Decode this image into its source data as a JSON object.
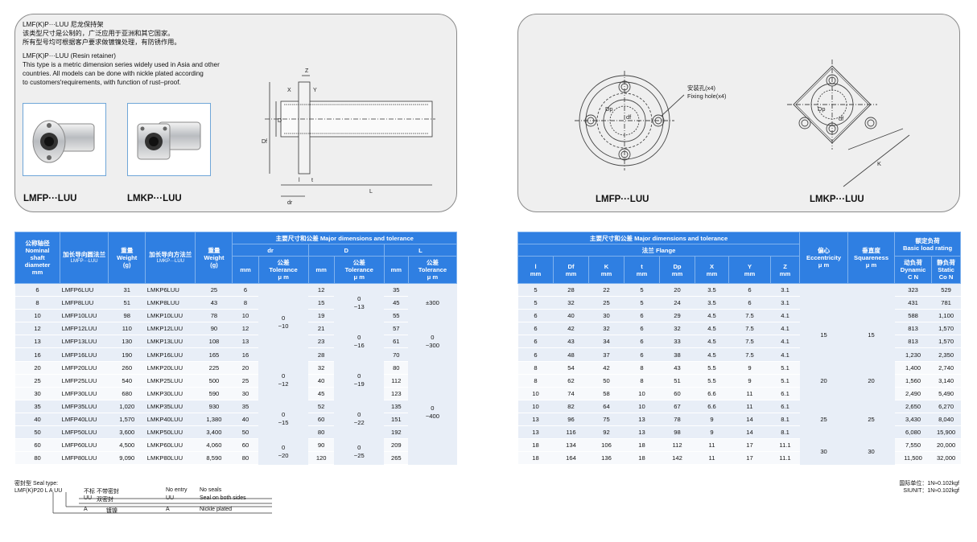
{
  "left_panel": {
    "cn_title": "LMF(K)P···LUU 尼龙保持架",
    "cn_line1": "该类型尺寸是公制的，广泛应用于亚洲和其它国家。",
    "cn_line2": "所有型号均可根据客户要求做镀镍处理，有防锈作用。",
    "en_title": "LMF(K)P···LUU (Resin retainer)",
    "en_line1": "This type is a metric dimension series widely used in Asia and other",
    "en_line2": "countries. All models can be done with nickle plated according",
    "en_line3": "to customers'requirements, with function of rust–proof.",
    "label_fp": "LMFP···LUU",
    "label_kp": "LMKP···LUU",
    "dims": {
      "z": "Z",
      "x": "X",
      "y": "Y",
      "df": "Df",
      "d": "D",
      "dr": "dr",
      "l_small": "l",
      "t": "t",
      "L": "L"
    }
  },
  "right_panel": {
    "fix_cn": "安装孔(x4)",
    "fix_en": "Fixing hole(x4)",
    "label_fp": "LMFP···LUU",
    "label_kp": "LMKP···LUU",
    "dp": "Dp",
    "df": "df",
    "k": "K"
  },
  "left_table": {
    "h_shaft": [
      "公称轴径",
      "Nominal",
      "shaft",
      "diameter",
      "mm"
    ],
    "h_fp": "加长导向圆法兰",
    "h_fp_sub": "LMFP···LUU",
    "h_weight": [
      "重量",
      "Weight",
      "(g)"
    ],
    "h_kp": "加长导向方法兰",
    "h_kp_sub": "LMKP···LUU",
    "h_major": "主要尺寸和公差  Major dimensions and tolerance",
    "h_dr": "dr",
    "h_D": "D",
    "h_L": "L",
    "h_mm": "mm",
    "h_tol": [
      "公差",
      "Tolerance",
      "μ m"
    ],
    "rows": [
      {
        "s": "6",
        "fp": "LMFP6LUU",
        "w1": "31",
        "kp": "LMKP6LUU",
        "w2": "25",
        "dr": "6",
        "D": "12",
        "L": "35"
      },
      {
        "s": "8",
        "fp": "LMFP8LUU",
        "w1": "51",
        "kp": "LMKP8LUU",
        "w2": "43",
        "dr": "8",
        "D": "15",
        "L": "45"
      },
      {
        "s": "10",
        "fp": "LMFP10LUU",
        "w1": "98",
        "kp": "LMKP10LUU",
        "w2": "78",
        "dr": "10",
        "D": "19",
        "L": "55"
      },
      {
        "s": "12",
        "fp": "LMFP12LUU",
        "w1": "110",
        "kp": "LMKP12LUU",
        "w2": "90",
        "dr": "12",
        "D": "21",
        "L": "57"
      },
      {
        "s": "13",
        "fp": "LMFP13LUU",
        "w1": "130",
        "kp": "LMKP13LUU",
        "w2": "108",
        "dr": "13",
        "D": "23",
        "L": "61"
      },
      {
        "s": "16",
        "fp": "LMFP16LUU",
        "w1": "190",
        "kp": "LMKP16LUU",
        "w2": "165",
        "dr": "16",
        "D": "28",
        "L": "70"
      },
      {
        "s": "20",
        "fp": "LMFP20LUU",
        "w1": "260",
        "kp": "LMKP20LUU",
        "w2": "225",
        "dr": "20",
        "D": "32",
        "L": "80"
      },
      {
        "s": "25",
        "fp": "LMFP25LUU",
        "w1": "540",
        "kp": "LMKP25LUU",
        "w2": "500",
        "dr": "25",
        "D": "40",
        "L": "112"
      },
      {
        "s": "30",
        "fp": "LMFP30LUU",
        "w1": "680",
        "kp": "LMKP30LUU",
        "w2": "590",
        "dr": "30",
        "D": "45",
        "L": "123"
      },
      {
        "s": "35",
        "fp": "LMFP35LUU",
        "w1": "1,020",
        "kp": "LMKP35LUU",
        "w2": "930",
        "dr": "35",
        "D": "52",
        "L": "135"
      },
      {
        "s": "40",
        "fp": "LMFP40LUU",
        "w1": "1,570",
        "kp": "LMKP40LUU",
        "w2": "1,380",
        "dr": "40",
        "D": "60",
        "L": "151"
      },
      {
        "s": "50",
        "fp": "LMFP50LUU",
        "w1": "3,600",
        "kp": "LMKP50LUU",
        "w2": "3,400",
        "dr": "50",
        "D": "80",
        "L": "192"
      },
      {
        "s": "60",
        "fp": "LMFP60LUU",
        "w1": "4,500",
        "kp": "LMKP60LUU",
        "w2": "4,060",
        "dr": "60",
        "D": "90",
        "L": "209"
      },
      {
        "s": "80",
        "fp": "LMFP80LUU",
        "w1": "9,090",
        "kp": "LMKP80LUU",
        "w2": "8,590",
        "dr": "80",
        "D": "120",
        "L": "265"
      }
    ],
    "tol_dr": [
      {
        "rows": [
          0,
          5
        ],
        "top": "0",
        "bot": "−10"
      },
      {
        "rows": [
          6,
          8
        ],
        "top": "0",
        "bot": "−12"
      },
      {
        "rows": [
          9,
          11
        ],
        "top": "0",
        "bot": "−15"
      },
      {
        "rows": [
          12,
          13
        ],
        "top": "0",
        "bot": "−20"
      }
    ],
    "tol_D": [
      {
        "rows": [
          0,
          2
        ],
        "top": "0",
        "bot": "−13"
      },
      {
        "rows": [
          3,
          5
        ],
        "top": "0",
        "bot": "−16"
      },
      {
        "rows": [
          6,
          8
        ],
        "top": "0",
        "bot": "−19"
      },
      {
        "rows": [
          9,
          11
        ],
        "top": "0",
        "bot": "−22"
      },
      {
        "rows": [
          12,
          13
        ],
        "top": "0",
        "bot": "−25"
      }
    ],
    "tol_L": [
      {
        "rows": [
          0,
          2
        ],
        "top": "±300",
        "bot": ""
      },
      {
        "rows": [
          3,
          5
        ],
        "top": "0",
        "bot": "−300"
      },
      {
        "rows": [
          6,
          13
        ],
        "top": "0",
        "bot": "−400"
      }
    ]
  },
  "right_table": {
    "h_major": "主要尺寸和公差  Major dimensions and tolerance",
    "h_flange": "法兰  Flange",
    "h_ecc": [
      "偏心",
      "Eccentricity",
      "μ m"
    ],
    "h_sq": [
      "垂直度",
      "Squareness",
      "μ m"
    ],
    "h_load": [
      "额定负荷",
      "Basic load rating"
    ],
    "h_cols": [
      "l",
      "Df",
      "K",
      "t",
      "Dp",
      "X",
      "Y",
      "Z"
    ],
    "h_mm": "mm",
    "h_dyn": [
      "动负荷",
      "Dynamic",
      "C N"
    ],
    "h_sta": [
      "静负荷",
      "Static",
      "Co N"
    ],
    "rows": [
      {
        "l": "5",
        "Df": "28",
        "K": "22",
        "t": "5",
        "Dp": "20",
        "X": "3.5",
        "Y": "6",
        "Z": "3.1",
        "C": "323",
        "Co": "529"
      },
      {
        "l": "5",
        "Df": "32",
        "K": "25",
        "t": "5",
        "Dp": "24",
        "X": "3.5",
        "Y": "6",
        "Z": "3.1",
        "C": "431",
        "Co": "781"
      },
      {
        "l": "6",
        "Df": "40",
        "K": "30",
        "t": "6",
        "Dp": "29",
        "X": "4.5",
        "Y": "7.5",
        "Z": "4.1",
        "C": "588",
        "Co": "1,100"
      },
      {
        "l": "6",
        "Df": "42",
        "K": "32",
        "t": "6",
        "Dp": "32",
        "X": "4.5",
        "Y": "7.5",
        "Z": "4.1",
        "C": "813",
        "Co": "1,570"
      },
      {
        "l": "6",
        "Df": "43",
        "K": "34",
        "t": "6",
        "Dp": "33",
        "X": "4.5",
        "Y": "7.5",
        "Z": "4.1",
        "C": "813",
        "Co": "1,570"
      },
      {
        "l": "6",
        "Df": "48",
        "K": "37",
        "t": "6",
        "Dp": "38",
        "X": "4.5",
        "Y": "7.5",
        "Z": "4.1",
        "C": "1,230",
        "Co": "2,350"
      },
      {
        "l": "8",
        "Df": "54",
        "K": "42",
        "t": "8",
        "Dp": "43",
        "X": "5.5",
        "Y": "9",
        "Z": "5.1",
        "C": "1,400",
        "Co": "2,740"
      },
      {
        "l": "8",
        "Df": "62",
        "K": "50",
        "t": "8",
        "Dp": "51",
        "X": "5.5",
        "Y": "9",
        "Z": "5.1",
        "C": "1,560",
        "Co": "3,140"
      },
      {
        "l": "10",
        "Df": "74",
        "K": "58",
        "t": "10",
        "Dp": "60",
        "X": "6.6",
        "Y": "11",
        "Z": "6.1",
        "C": "2,490",
        "Co": "5,490"
      },
      {
        "l": "10",
        "Df": "82",
        "K": "64",
        "t": "10",
        "Dp": "67",
        "X": "6.6",
        "Y": "11",
        "Z": "6.1",
        "C": "2,650",
        "Co": "6,270"
      },
      {
        "l": "13",
        "Df": "96",
        "K": "75",
        "t": "13",
        "Dp": "78",
        "X": "9",
        "Y": "14",
        "Z": "8.1",
        "C": "3,430",
        "Co": "8,040"
      },
      {
        "l": "13",
        "Df": "116",
        "K": "92",
        "t": "13",
        "Dp": "98",
        "X": "9",
        "Y": "14",
        "Z": "8.1",
        "C": "6,080",
        "Co": "15,900"
      },
      {
        "l": "18",
        "Df": "134",
        "K": "106",
        "t": "18",
        "Dp": "112",
        "X": "11",
        "Y": "17",
        "Z": "11.1",
        "C": "7,550",
        "Co": "20,000"
      },
      {
        "l": "18",
        "Df": "164",
        "K": "136",
        "t": "18",
        "Dp": "142",
        "X": "11",
        "Y": "17",
        "Z": "11.1",
        "C": "11,500",
        "Co": "32,000"
      }
    ],
    "ecc": [
      {
        "rows": [
          0,
          1
        ],
        "v": ""
      },
      {
        "rows": [
          2,
          5
        ],
        "v": "15"
      },
      {
        "rows": [
          6,
          8
        ],
        "v": "20"
      },
      {
        "rows": [
          9,
          11
        ],
        "v": "25"
      },
      {
        "rows": [
          12,
          13
        ],
        "v": "30"
      }
    ],
    "sq": [
      {
        "rows": [
          0,
          1
        ],
        "v": ""
      },
      {
        "rows": [
          2,
          5
        ],
        "v": "15"
      },
      {
        "rows": [
          6,
          8
        ],
        "v": "20"
      },
      {
        "rows": [
          9,
          11
        ],
        "v": "25"
      },
      {
        "rows": [
          12,
          13
        ],
        "v": "30"
      }
    ]
  },
  "legend": {
    "title": "密封型 Seal type:",
    "code": "LMF(K)P20 L A UU",
    "r1a": "不标",
    "r1b": "不带密封",
    "r1c": "No entry",
    "r1d": "No seals",
    "r2a": "UU",
    "r2b": "双密封",
    "r2c": "UU",
    "r2d": "Seal on both sides",
    "r3a": "A",
    "r3b": "镀镍",
    "r3c": "A",
    "r3d": "Nickle plated"
  },
  "units": {
    "u1": "国际单位：1N≈0.102kgf",
    "u2": "SIUNIT：1N≈0.102kgf"
  }
}
